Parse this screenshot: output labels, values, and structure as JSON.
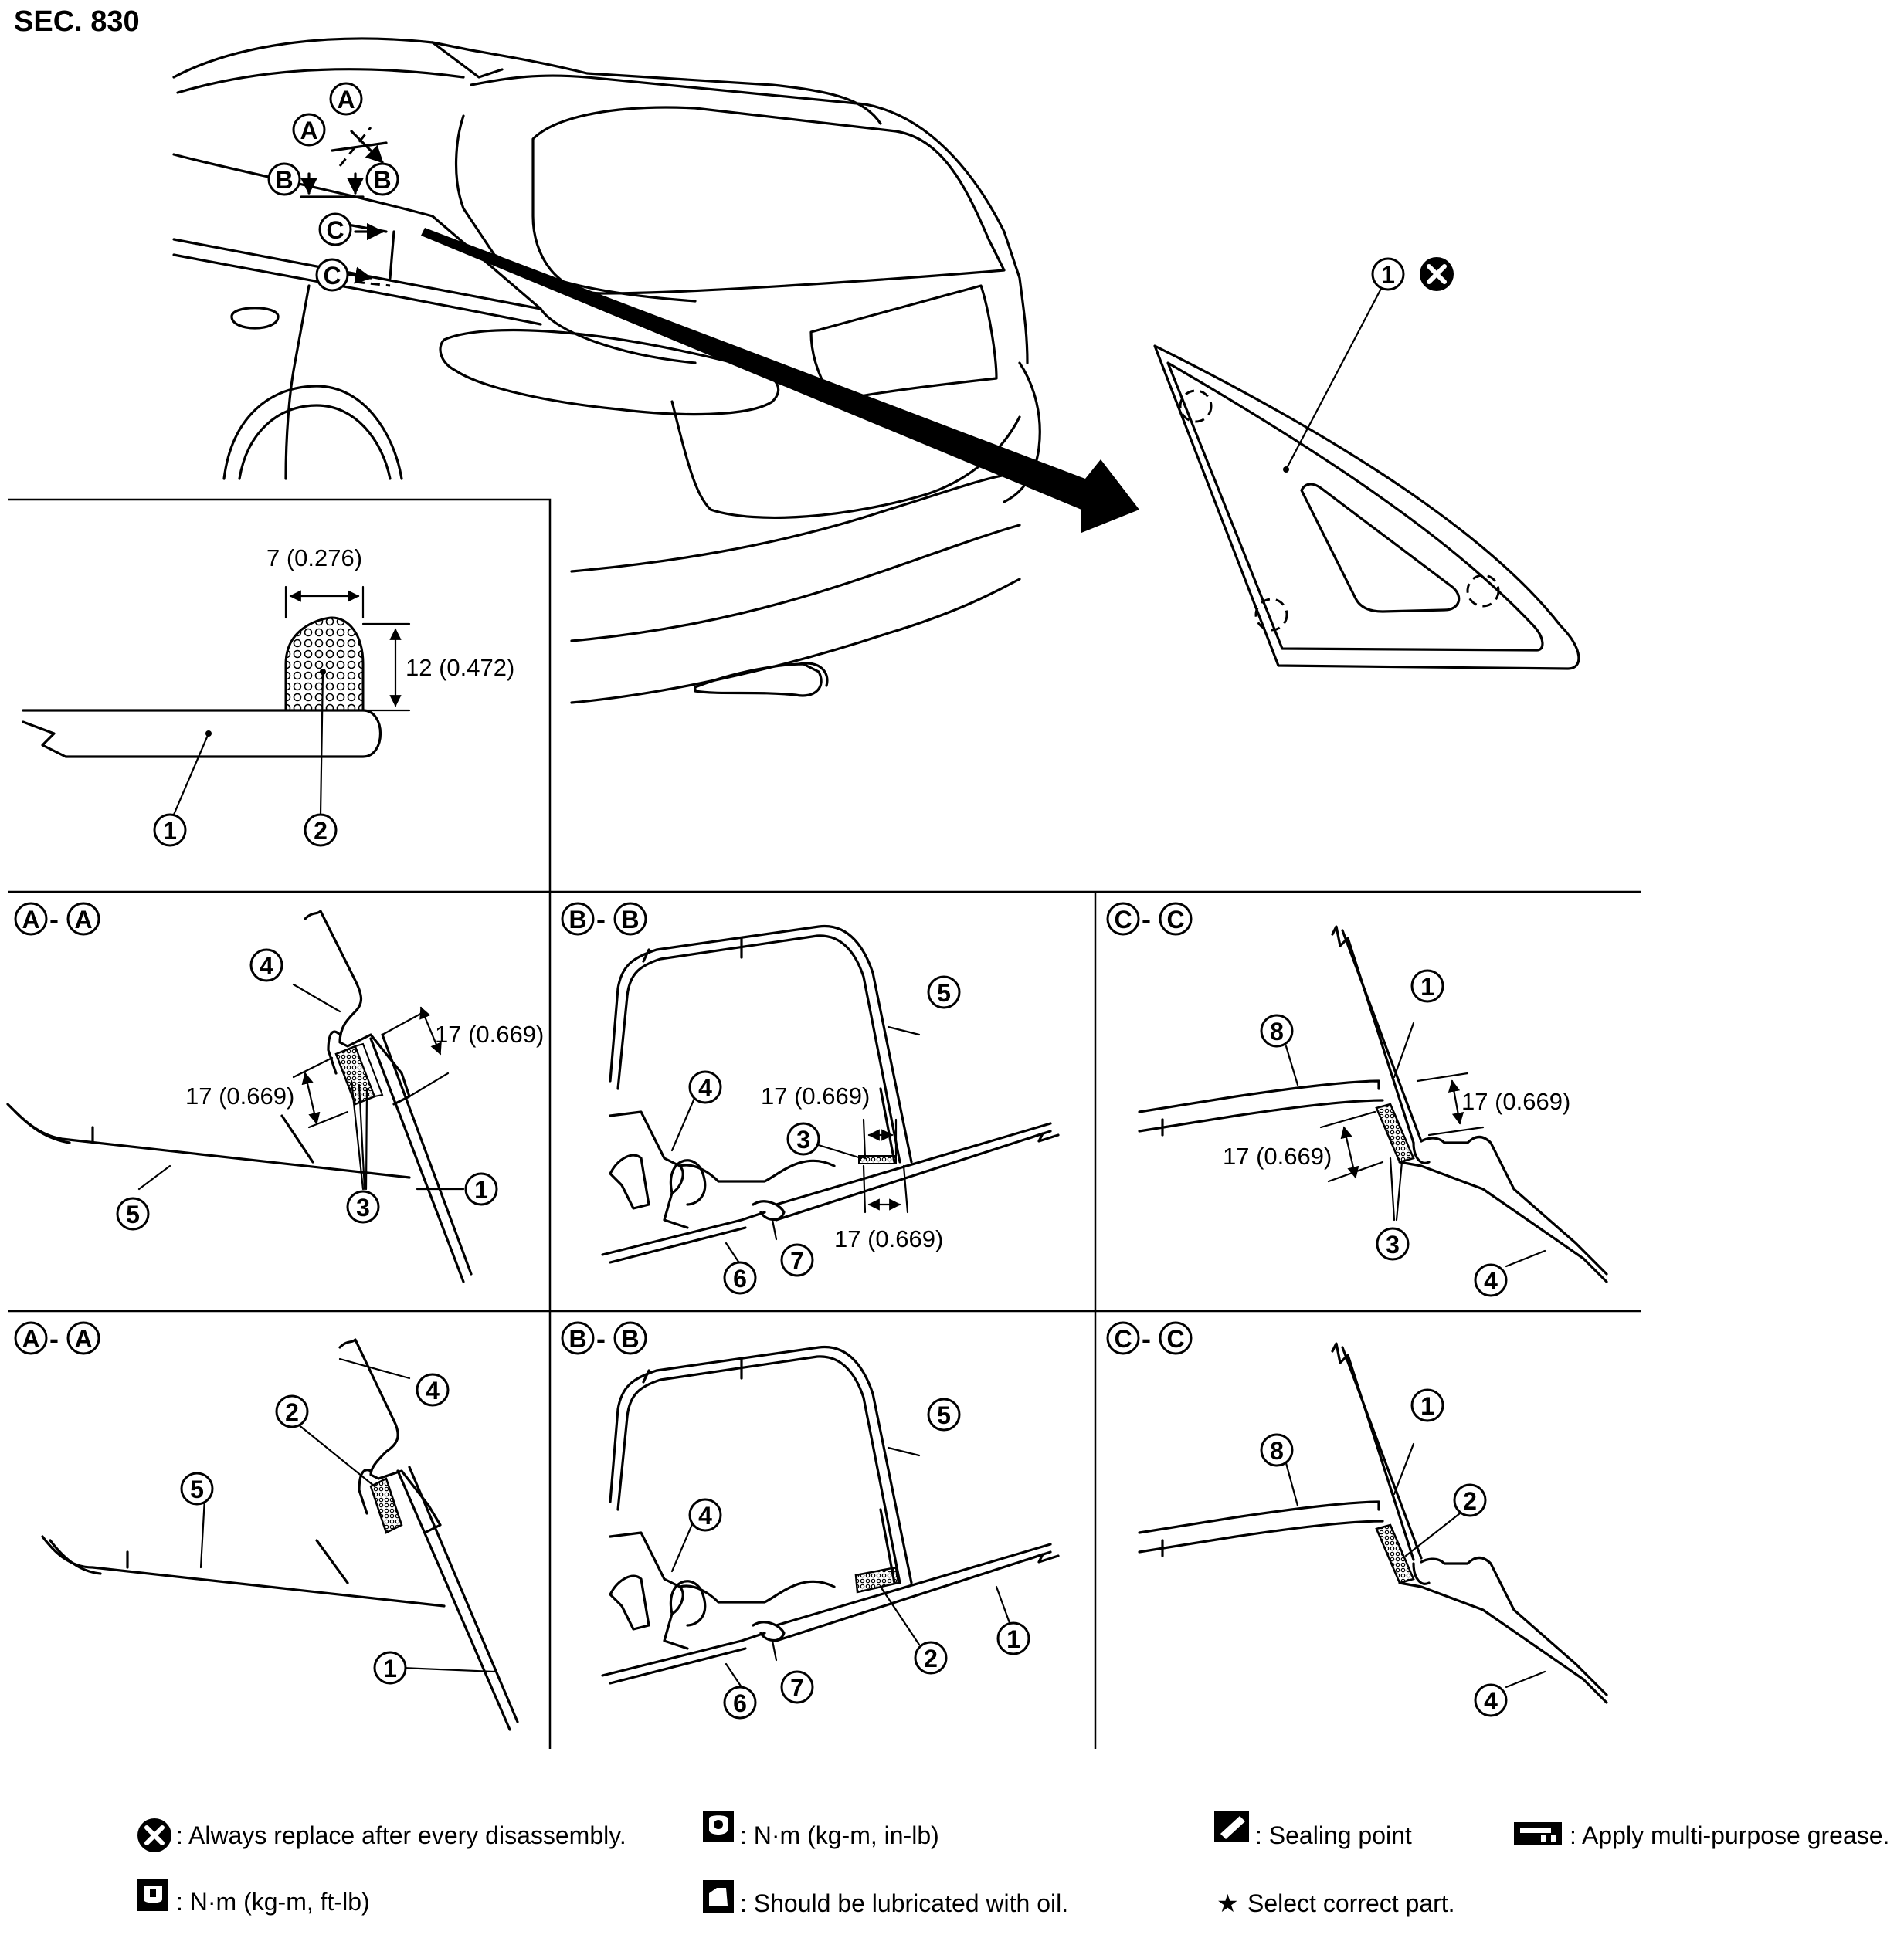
{
  "section_label": "SEC. 830",
  "detail_dims": {
    "width": "7 (0.276)",
    "height": "12 (0.472)"
  },
  "sections": {
    "a_left": "A",
    "a_right": "A",
    "b_left": "B",
    "b_right": "B",
    "c_left": "C",
    "c_right": "C",
    "separator": "-"
  },
  "dims": {
    "seventeen": "17 (0.669)"
  },
  "parts": {
    "p1": "1",
    "p2": "2",
    "p3": "3",
    "p4": "4",
    "p5": "5",
    "p6": "6",
    "p7": "7",
    "p8": "8"
  },
  "legend": {
    "replace": ": Always replace after every disassembly.",
    "torque_in": ": N·m (kg-m, in-lb)",
    "sealing": ": Sealing point",
    "grease": ": Apply multi-purpose grease.",
    "torque_ft": ": N·m (kg-m, ft-lb)",
    "oil": ": Should be lubricated with oil.",
    "select": "Select correct part.",
    "star": "★"
  }
}
